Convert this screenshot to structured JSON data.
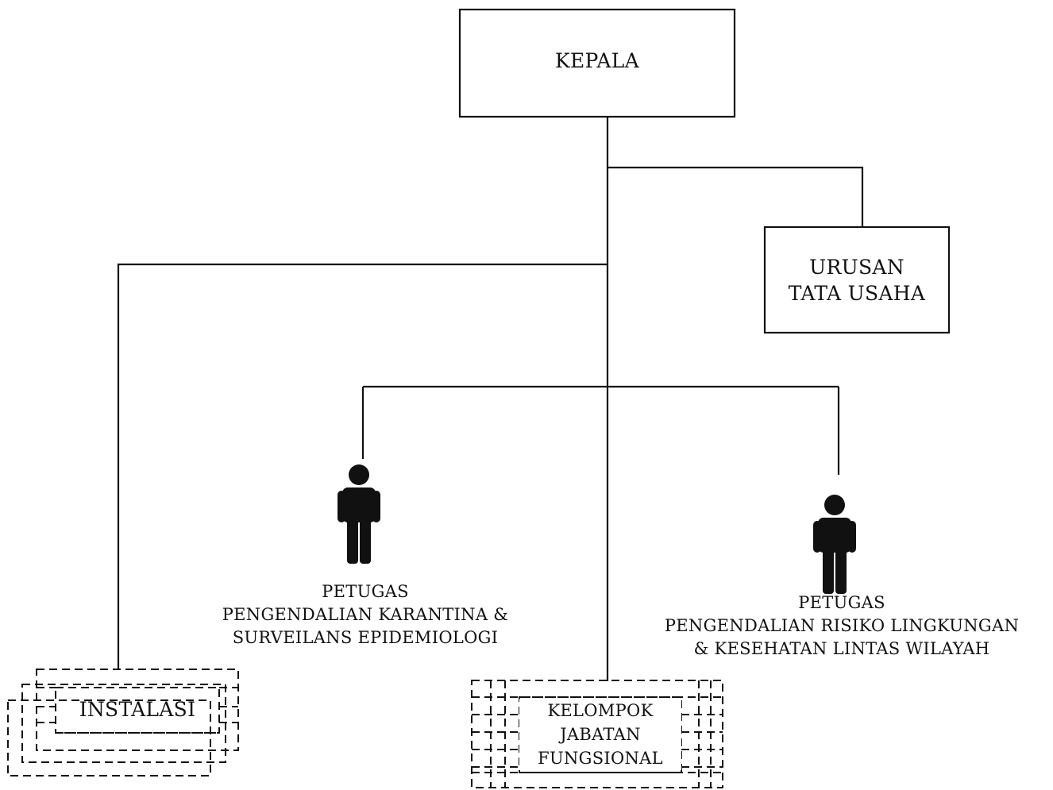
{
  "chart": {
    "head": "KEPALA",
    "admin": {
      "line1": "URUSAN",
      "line2": "TATA USAHA"
    },
    "officer_left": {
      "line1": "PETUGAS",
      "line2": "PENGENDALIAN KARANTINA &",
      "line3": "SURVEILANS EPIDEMIOLOGI"
    },
    "officer_right": {
      "line1": "PETUGAS",
      "line2": "PENGENDALIAN RISIKO LINGKUNGAN",
      "line3": "& KESEHATAN LINTAS WILAYAH"
    },
    "installation": "INSTALASI",
    "functional_group": {
      "line1": "KELOMPOK",
      "line2": "JABATAN",
      "line3": "FUNGSIONAL"
    }
  }
}
